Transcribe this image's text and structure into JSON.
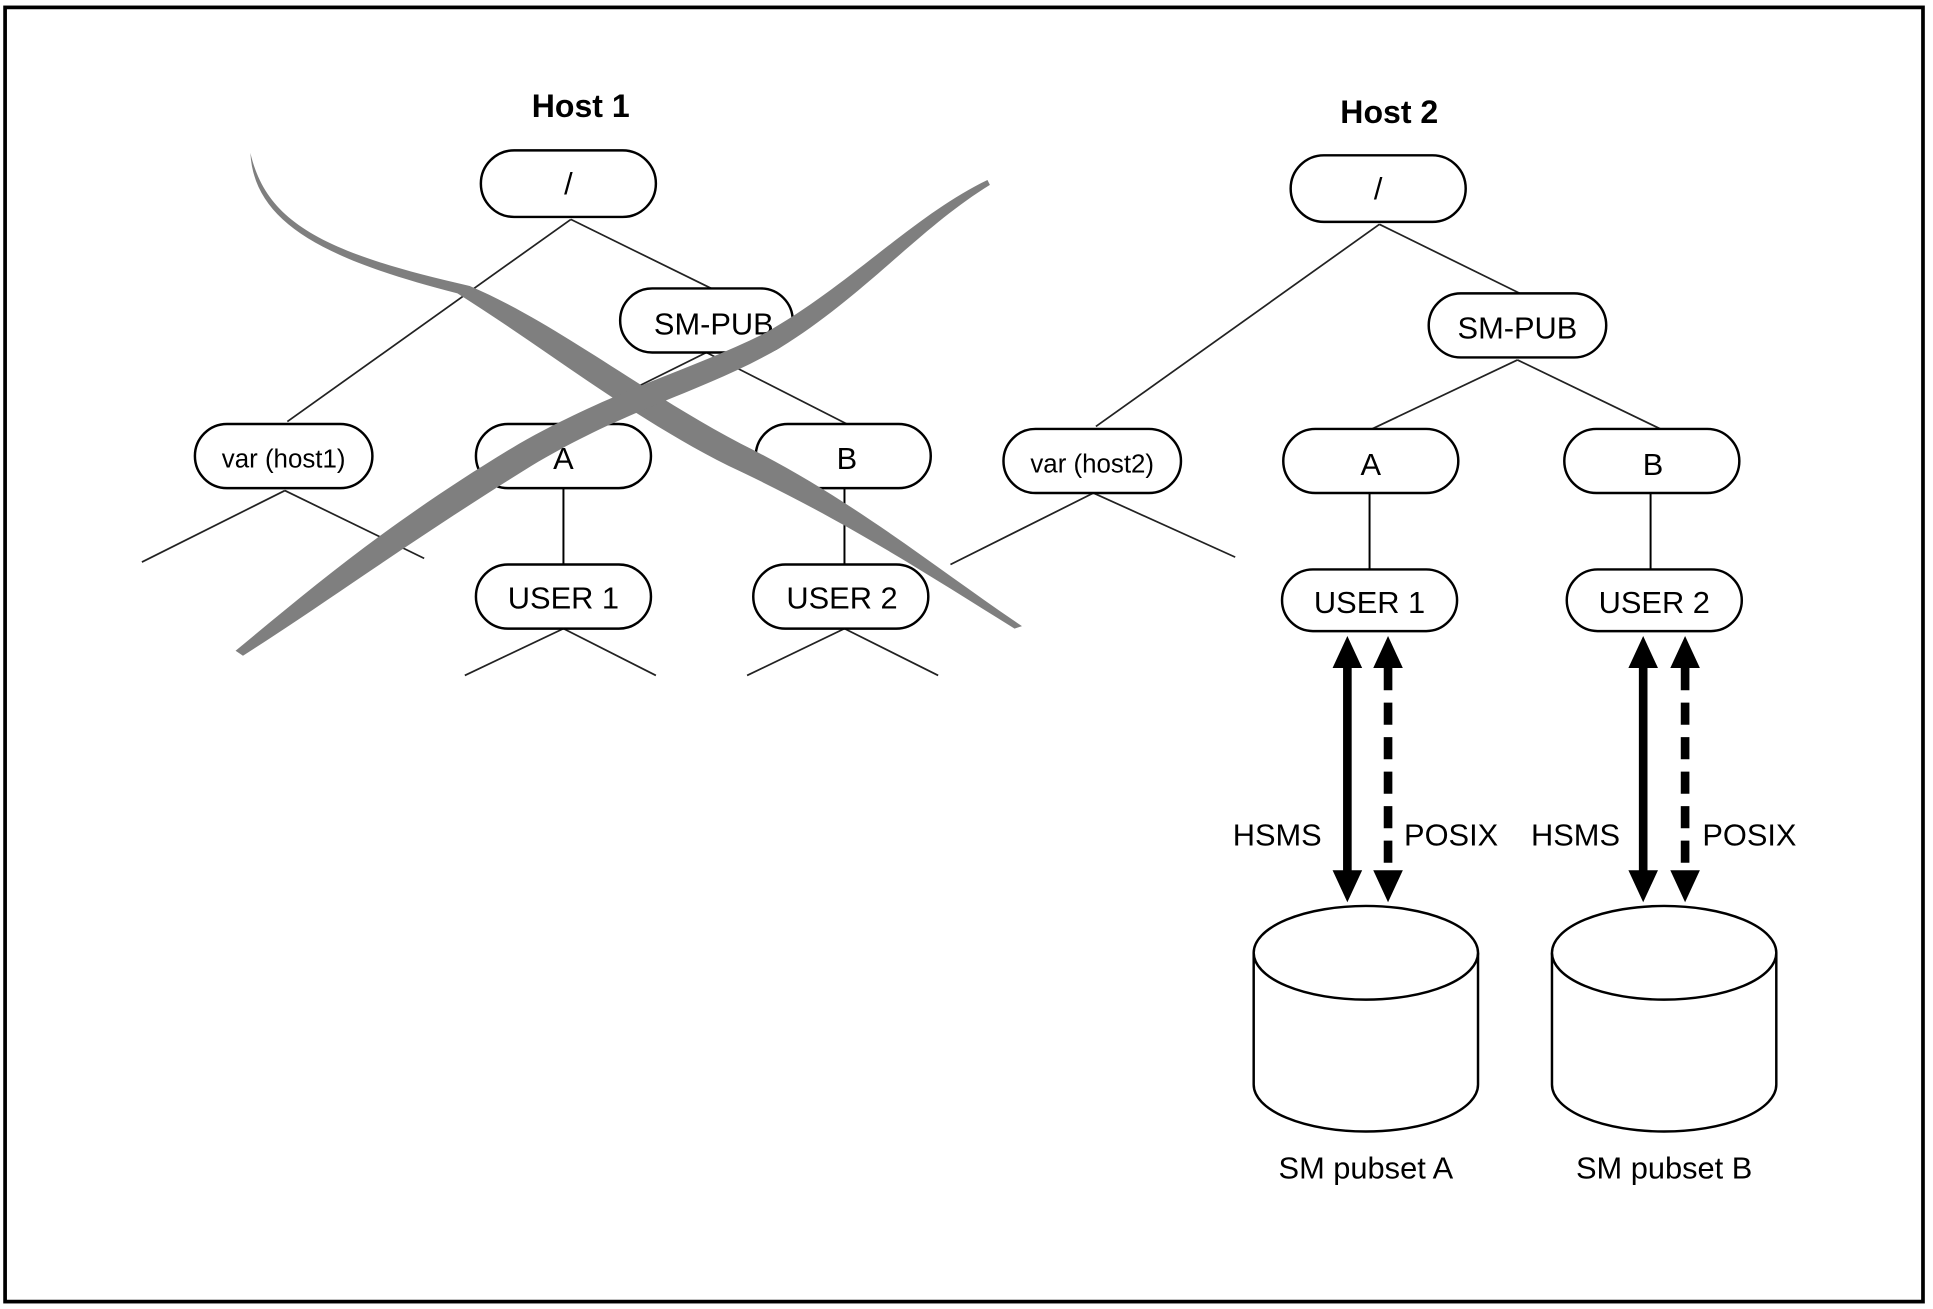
{
  "host1": {
    "title": "Host 1",
    "crossed_out": true,
    "nodes": {
      "root": "/",
      "smpub": "SM-PUB",
      "var": "var (host1)",
      "a": "A",
      "b": "B",
      "user1": "USER 1",
      "user2": "USER 2"
    }
  },
  "host2": {
    "title": "Host 2",
    "crossed_out": false,
    "nodes": {
      "root": "/",
      "smpub": "SM-PUB",
      "var": "var (host2)",
      "a": "A",
      "b": "B",
      "user1": "USER 1",
      "user2": "USER 2"
    },
    "links": [
      {
        "hsms_label": "HSMS",
        "posix_label": "POSIX"
      },
      {
        "hsms_label": "HSMS",
        "posix_label": "POSIX"
      }
    ],
    "pubsets": [
      "SM pubset A",
      "SM pubset B"
    ]
  },
  "colors": {
    "cross_mark": "#7f7f7f",
    "line": "#000000",
    "background": "#ffffff"
  }
}
